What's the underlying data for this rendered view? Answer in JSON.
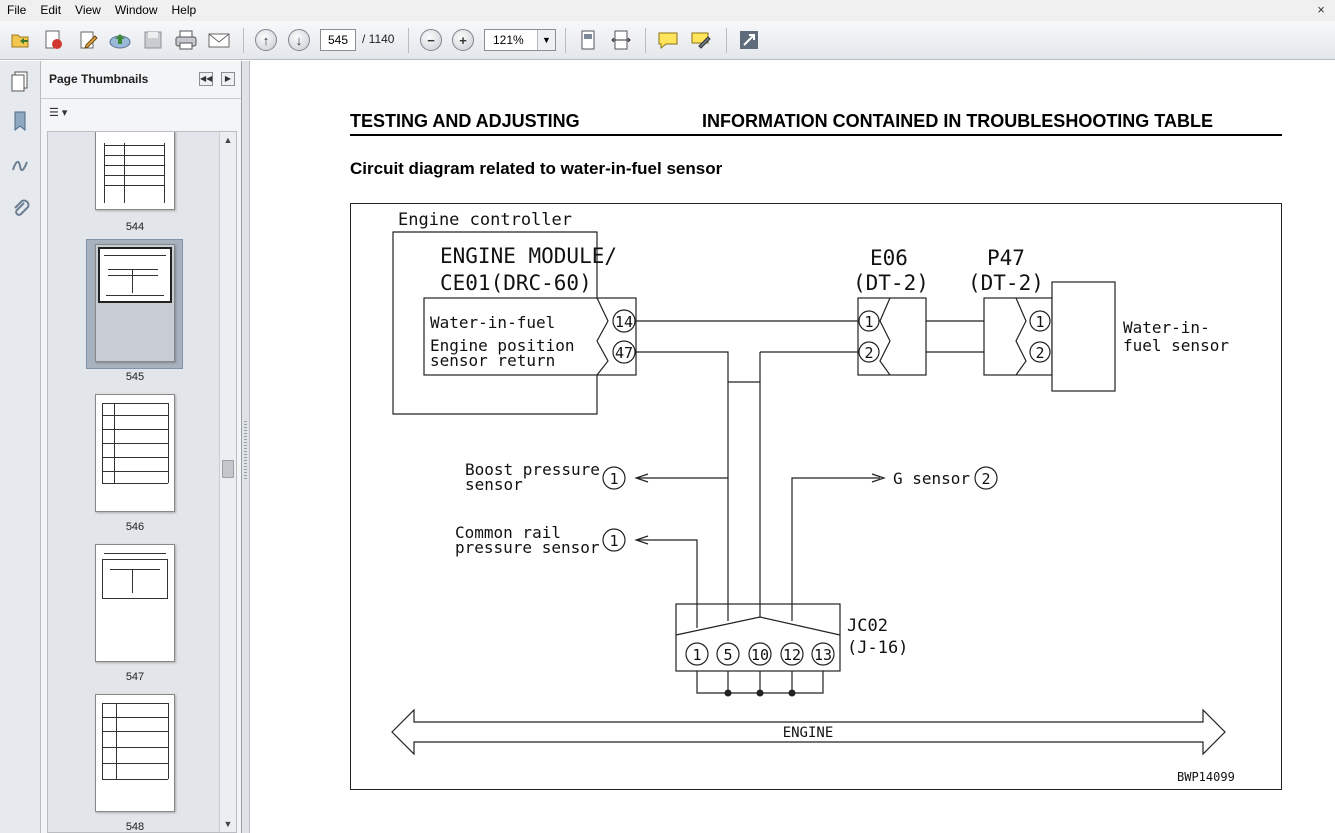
{
  "menubar": {
    "items": [
      "File",
      "Edit",
      "View",
      "Window",
      "Help"
    ],
    "close": "×"
  },
  "toolbar": {
    "page_current": "545",
    "page_total": "/ 1140",
    "zoom": "121%"
  },
  "sidepanel": {
    "title": "Page Thumbnails",
    "options_glyph": "☰ ▾"
  },
  "thumbnails": [
    {
      "label": "544"
    },
    {
      "label": "545"
    },
    {
      "label": "546"
    },
    {
      "label": "547"
    },
    {
      "label": "548"
    }
  ],
  "document": {
    "header_left": "TESTING AND ADJUSTING",
    "header_right": "INFORMATION CONTAINED IN TROUBLESHOOTING TABLE",
    "title": "Circuit diagram related to water-in-fuel sensor"
  },
  "diagram": {
    "engine_controller": "Engine controller",
    "module_line1": "ENGINE MODULE/",
    "module_line2": "CE01(DRC-60)",
    "sig_water": "Water-in-fuel",
    "sig_eng_pos1": "Engine position",
    "sig_eng_pos2": "sensor return",
    "pin14": "14",
    "pin47": "47",
    "e06_name": "E06",
    "e06_type": "(DT-2)",
    "p47_name": "P47",
    "p47_type": "(DT-2)",
    "pin1": "1",
    "pin2": "2",
    "sensor_line1": "Water-in-",
    "sensor_line2": "fuel sensor",
    "boost1": "Boost pressure",
    "boost2": "sensor",
    "rail1": "Common rail",
    "rail2": "pressure sensor",
    "gsensor": "G sensor",
    "jc02_name": "JC02",
    "jc02_type": "(J-16)",
    "jc_pins": [
      "1",
      "5",
      "10",
      "12",
      "13"
    ],
    "engine": "ENGINE",
    "fig_id": "BWP14099"
  },
  "colors": {
    "toolbar_bg": "#e9ecef",
    "selected_thumb": "#a7b2be",
    "ink": "#111111"
  },
  "icons": [
    "open-icon",
    "create-pdf-icon",
    "edit-icon",
    "upload-icon",
    "save-icon",
    "print-icon",
    "email-icon",
    "page-up-icon",
    "page-down-icon",
    "zoom-out-icon",
    "zoom-in-icon",
    "fit-page-icon",
    "fit-width-icon",
    "comment-icon",
    "highlight-icon",
    "expand-icon",
    "pages-icon",
    "bookmarks-icon",
    "signatures-icon",
    "attachments-icon"
  ]
}
